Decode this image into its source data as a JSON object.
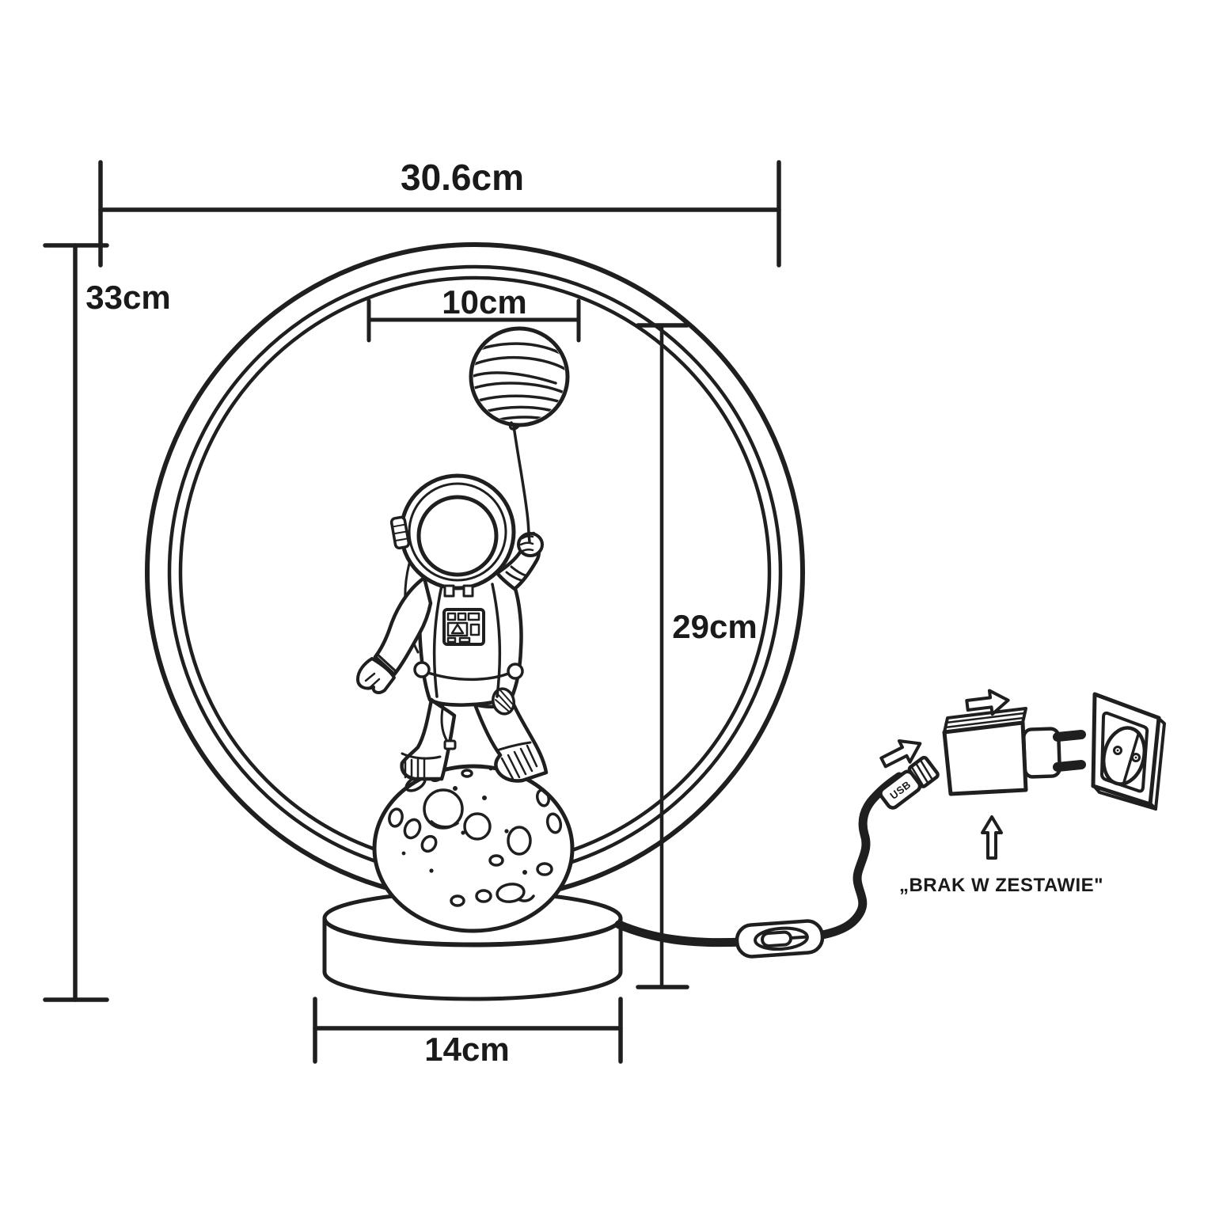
{
  "page": {
    "background": "#ffffff",
    "line_color": "#1f1f1f"
  },
  "dimension_labels": {
    "overall_width": "30.6cm",
    "overall_height": "33cm",
    "inner_width": "10cm",
    "inner_height": "29cm",
    "base_width": "14cm"
  },
  "plug_section": {
    "usb_label": "USB",
    "not_included_note": "„BRAK W ZESTAWIE\""
  }
}
